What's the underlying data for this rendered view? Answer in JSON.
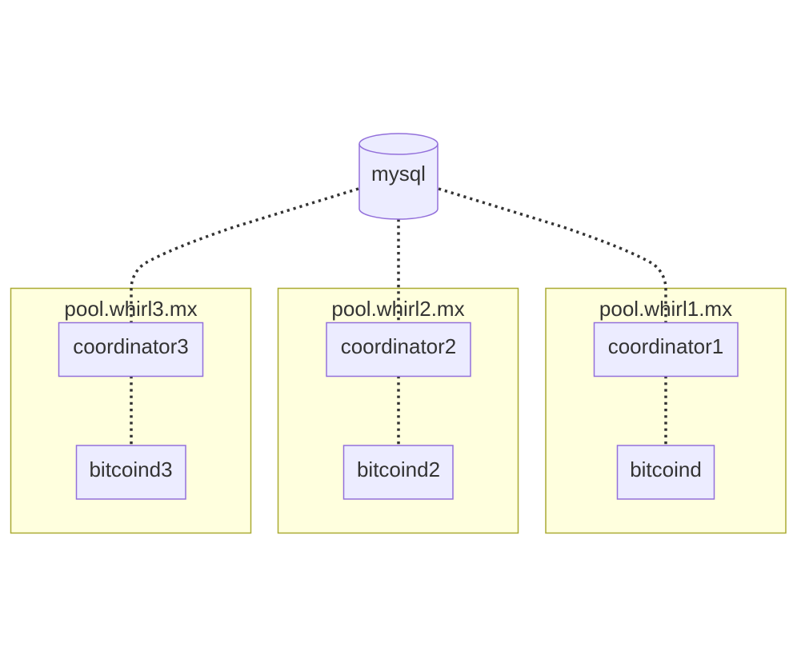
{
  "diagram": {
    "database": {
      "label": "mysql"
    },
    "clusters": [
      {
        "label": "pool.whirl3.mx",
        "coordinator": "coordinator3",
        "node": "bitcoind3"
      },
      {
        "label": "pool.whirl2.mx",
        "coordinator": "coordinator2",
        "node": "bitcoind2"
      },
      {
        "label": "pool.whirl1.mx",
        "coordinator": "coordinator1",
        "node": "bitcoind"
      }
    ],
    "colors": {
      "cluster_fill": "#ffffde",
      "cluster_stroke": "#aaaa33",
      "node_fill": "#ececff",
      "node_stroke": "#9370db",
      "edge": "#333333",
      "text": "#333333"
    }
  }
}
